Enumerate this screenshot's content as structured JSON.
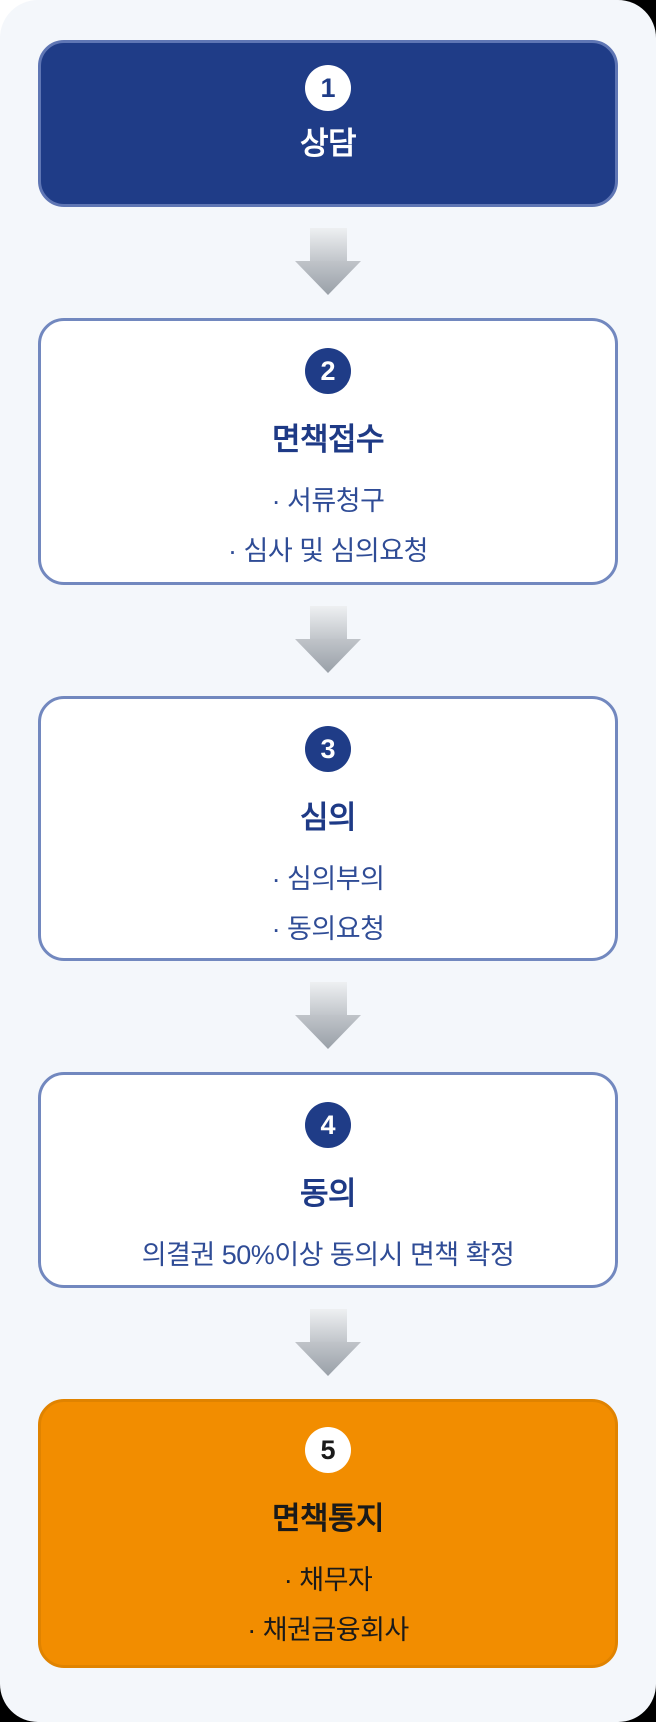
{
  "page": {
    "panel_background": "#f4f7fb",
    "outside_top_left_color": "#ffffff",
    "outside_color": "#000000"
  },
  "colors": {
    "navy_fill": "#1f3c87",
    "outline_border": "#7288bf",
    "orange_fill": "#f28d00",
    "title_navy": "#1e3a86",
    "detail_navy": "#2f4c96",
    "dark_text": "#1a1a1a",
    "arrow_gray_top": "#eef0f2",
    "arrow_gray_bottom": "#99a0a8"
  },
  "icons": {
    "step_separator": "down-arrow"
  },
  "flow": {
    "steps": [
      {
        "number": "1",
        "title": "상담",
        "variant": "navy",
        "details": []
      },
      {
        "number": "2",
        "title": "면책접수",
        "variant": "outline",
        "details": [
          "· 서류청구",
          "· 심사 및 심의요청"
        ]
      },
      {
        "number": "3",
        "title": "심의",
        "variant": "outline",
        "details": [
          "· 심의부의",
          "· 동의요청"
        ]
      },
      {
        "number": "4",
        "title": "동의",
        "variant": "outline",
        "details": [
          "의결권 50%이상 동의시 면책 확정"
        ]
      },
      {
        "number": "5",
        "title": "면책통지",
        "variant": "orange",
        "details": [
          "· 채무자",
          "· 채권금융회사"
        ]
      }
    ]
  }
}
